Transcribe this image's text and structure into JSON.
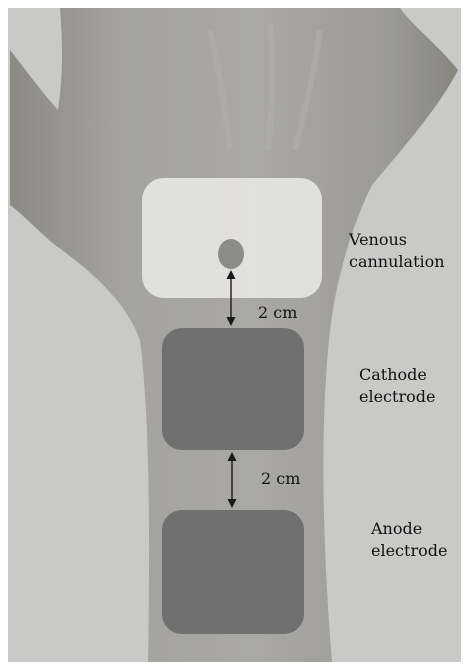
{
  "labels": {
    "venous_line1": "Venous",
    "venous_line2": "cannulation",
    "cathode_line1": "Cathode",
    "cathode_line2": "electrode",
    "anode_line1": "Anode",
    "anode_line2": "electrode",
    "distance_top": "2 cm",
    "distance_bottom": "2 cm"
  },
  "colors": {
    "background": "#c9c9c7",
    "skin": "#9d9c98",
    "venous_patch": "#e7e7e4",
    "electrode": "#707070",
    "cannula": "#8c8c8a",
    "arrow": "#1a1a1a"
  }
}
